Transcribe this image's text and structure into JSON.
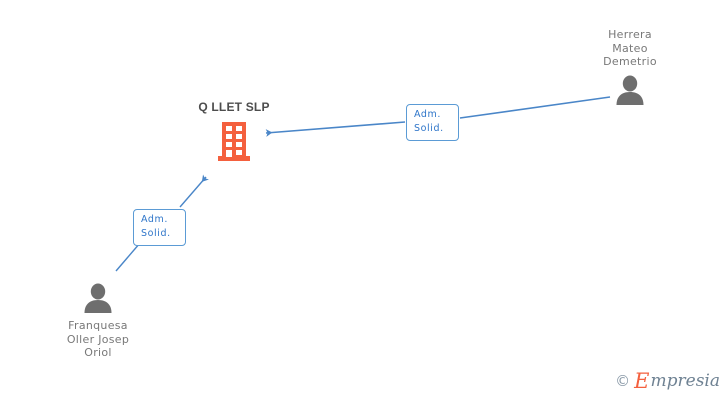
{
  "diagram": {
    "type": "corporate-relationship-graph",
    "background_color": "#ffffff",
    "company": {
      "name": "Q LLET SLP",
      "icon": "building-icon",
      "icon_color": "#f4603e"
    },
    "people": [
      {
        "id": "herrera-mateo-demetrio",
        "name": "Herrera\nMateo\nDemetrio",
        "icon": "person-icon",
        "icon_color": "#6e6e6e",
        "position": "top-right"
      },
      {
        "id": "franquesa-oller-josep-oriol",
        "name": "Franquesa\nOller Josep\nOriol",
        "icon": "person-icon",
        "icon_color": "#6e6e6e",
        "position": "bottom-left"
      }
    ],
    "relations": [
      {
        "id": "relation-herrera",
        "label": "Adm.\nSolid.",
        "from": "herrera-mateo-demetrio",
        "to": "Q LLET SLP",
        "color": "#4a86c8"
      },
      {
        "id": "relation-franquesa",
        "label": "Adm.\nSolid.",
        "from": "franquesa-oller-josep-oriol",
        "to": "Q LLET SLP",
        "color": "#4a86c8"
      }
    ]
  },
  "watermark": {
    "copyright": "©",
    "brand_initial": "E",
    "brand_rest": "mpresia"
  }
}
